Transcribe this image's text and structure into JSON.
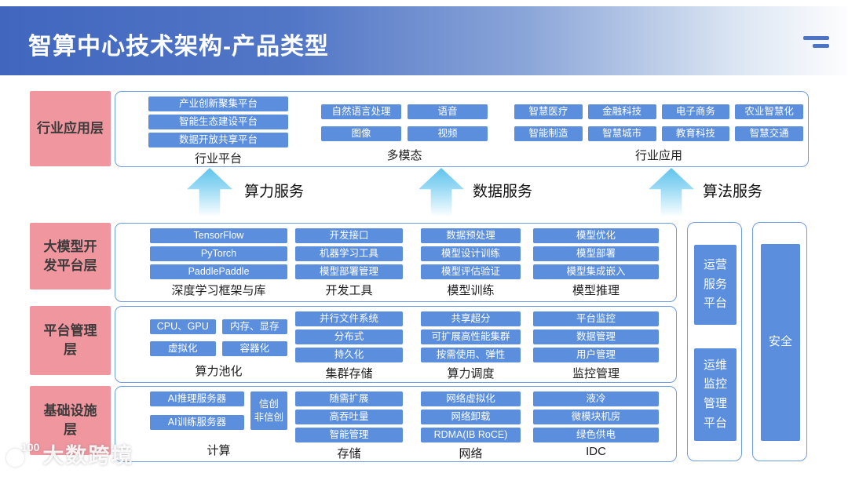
{
  "header": {
    "title": "智算中心技术架构-产品类型"
  },
  "arrows": [
    "算力服务",
    "数据服务",
    "算法服务"
  ],
  "layers": {
    "industry": {
      "label": "行业应用层",
      "groups": [
        {
          "label": "行业平台",
          "items": [
            "产业创新聚集平台",
            "智能生态建设平台",
            "数据开放共享平台"
          ]
        },
        {
          "label": "多模态",
          "items": [
            "自然语言处理",
            "语音",
            "图像",
            "视频"
          ]
        },
        {
          "label": "行业应用",
          "items": [
            "智慧医疗",
            "金融科技",
            "电子商务",
            "农业智慧化",
            "智能制造",
            "智慧城市",
            "教育科技",
            "智慧交通"
          ]
        }
      ]
    },
    "bigmodel": {
      "label": "大模型开\n发平台层",
      "groups": [
        {
          "label": "深度学习框架与库",
          "items": [
            "TensorFlow",
            "PyTorch",
            "PaddlePaddle"
          ]
        },
        {
          "label": "开发工具",
          "items": [
            "开发接口",
            "机器学习工具",
            "模型部署管理"
          ]
        },
        {
          "label": "模型训练",
          "items": [
            "数据预处理",
            "模型设计训练",
            "模型评估验证"
          ]
        },
        {
          "label": "模型推理",
          "items": [
            "模型优化",
            "模型部署",
            "模型集成嵌入"
          ]
        }
      ]
    },
    "platform": {
      "label": "平台管理\n层",
      "groups": [
        {
          "label": "算力池化",
          "items": [
            "CPU、GPU",
            "内存、显存",
            "虚拟化",
            "容器化"
          ]
        },
        {
          "label": "集群存储",
          "items": [
            "并行文件系统",
            "分布式",
            "持久化"
          ]
        },
        {
          "label": "算力调度",
          "items": [
            "共享超分",
            "可扩展高性能集群",
            "按需使用、弹性"
          ]
        },
        {
          "label": "监控管理",
          "items": [
            "平台监控",
            "数据管理",
            "用户管理"
          ]
        }
      ]
    },
    "infra": {
      "label": "基础设施\n层",
      "groups": [
        {
          "label": "计算",
          "items": [
            "AI推理服务器",
            "AI训练服务器",
            "信创\n非信创"
          ]
        },
        {
          "label": "存储",
          "items": [
            "随需扩展",
            "高吞吐量",
            "智能管理"
          ]
        },
        {
          "label": "网络",
          "items": [
            "网络虚拟化",
            "网络卸载",
            "RDMA(IB RoCE)"
          ]
        },
        {
          "label": "IDC",
          "items": [
            "液冷",
            "微模块机房",
            "绿色供电"
          ]
        }
      ]
    }
  },
  "side_columns": [
    "运营\n服务\n平台",
    "运维\n监控\n管理\n平台",
    "安全"
  ],
  "watermark": {
    "icon_text": "100",
    "text": "大数跨境"
  },
  "colors": {
    "header_blue": "#4066be",
    "box_blue": "#5b8edd",
    "border_blue": "#6e9ce1",
    "label_pink": "#f0969f",
    "arrow_cyan": "#5fc3ec",
    "title_text": "#ffffff"
  }
}
